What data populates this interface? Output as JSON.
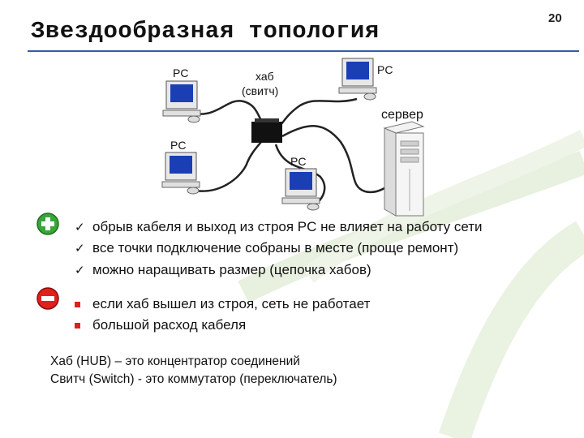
{
  "slide": {
    "title": "Звездообразная топология",
    "number": "20"
  },
  "diagram": {
    "hub_label_1": "хаб",
    "hub_label_2": "(свитч)",
    "server_label": "сервер",
    "pc_labels": [
      "PC",
      "PC",
      "PC",
      "PC"
    ]
  },
  "pros": {
    "icon": "plus-icon",
    "items": [
      "обрыв кабеля и выход из строя PC не влияет на работу сети",
      "все точки подключение собраны в месте (проще ремонт)",
      "можно наращивать размер (цепочка хабов)"
    ]
  },
  "cons": {
    "icon": "minus-icon",
    "items": [
      "если хаб вышел из строя, сеть не работает",
      "большой расход кабеля"
    ]
  },
  "notes": [
    "Хаб (HUB) – это концентратор соединений",
    "Свитч (Switch) -  это коммутатор (переключатель)"
  ],
  "colors": {
    "rule": "#3a5aa8",
    "plus_badge": "#3aa63a",
    "minus_badge": "#e0201a",
    "bullet_square": "#e0201a"
  }
}
